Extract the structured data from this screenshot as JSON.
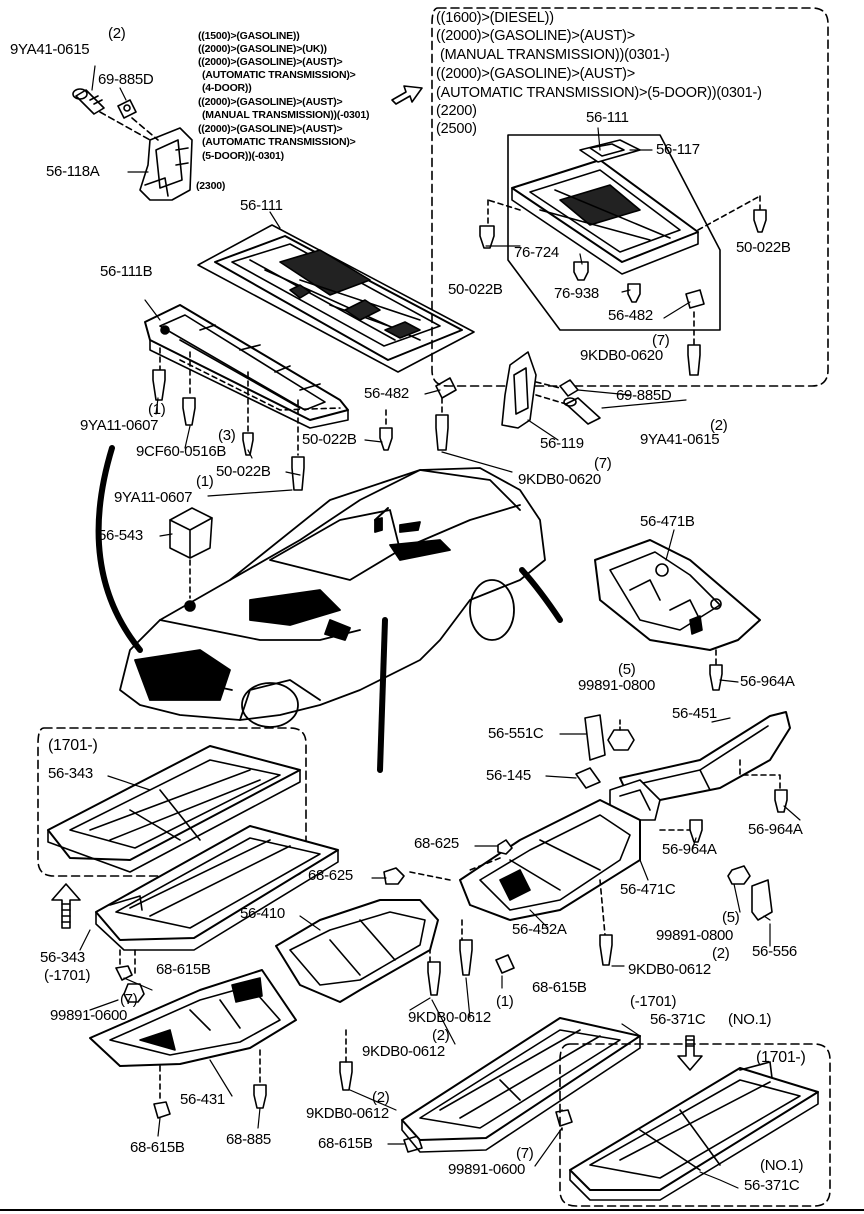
{
  "labels": {
    "p_9ya41_0615_top": "9YA41-0615",
    "q_2_top": "(2)",
    "p_69_885d_top": "69-885D",
    "p_56_118a": "56-118A",
    "p_2300": "(2300)",
    "p_56_111_mid": "56-111",
    "p_56_111b": "56-111B",
    "p_9ya11_0607_a": "9YA11-0607",
    "q_1_a": "(1)",
    "p_9cf60_0516b": "9CF60-0516B",
    "q_3": "(3)",
    "p_50_022b_a": "50-022B",
    "p_50_022b_b": "50-022B",
    "q_1_b": "(1)",
    "p_9ya11_0607_b": "9YA11-0607",
    "p_56_482_mid": "56-482",
    "p_56_543": "56-543",
    "p_56_111_box": "56-111",
    "p_56_117": "56-117",
    "p_50_022b_box_r": "50-022B",
    "p_76_724": "76-724",
    "p_50_022b_box_l": "50-022B",
    "p_76_938": "76-938",
    "p_56_482_box": "56-482",
    "q_7_box": "(7)",
    "p_9kdb0_0620_box": "9KDB0-0620",
    "p_69_885d_mid": "69-885D",
    "q_2_mid": "(2)",
    "p_9ya41_0615_mid": "9YA41-0615",
    "p_56_119": "56-119",
    "q_7_mid": "(7)",
    "p_9kdb0_0620_mid": "9KDB0-0620",
    "p_56_471b": "56-471B",
    "q_5_a": "(5)",
    "p_99891_0800_a": "99891-0800",
    "p_56_964a_a": "56-964A",
    "p_56_451": "56-451",
    "p_56_551c": "56-551C",
    "p_56_145": "56-145",
    "p_56_964a_b": "56-964A",
    "p_56_964a_c": "56-964A",
    "p_56_471c": "56-471C",
    "p_68_625_a": "68-625",
    "p_68_625_b": "68-625",
    "p_56_410": "56-410",
    "p_56_452a": "56-452A",
    "p_99891_0800_b": "99891-0800",
    "q_5_b": "(5)",
    "q_2_r": "(2)",
    "p_56_556": "56-556",
    "p_9kdb0_0612_r": "9KDB0-0612",
    "p_68_615b_r": "68-615B",
    "q_1_c": "(1)",
    "p_9kdb0_0612_a": "9KDB0-0612",
    "q_2_c": "(2)",
    "p_9kdb0_0612_b": "9KDB0-0612",
    "q_2_d": "(2)",
    "p_9kdb0_0612_c": "9KDB0-0612",
    "p_1701_left": "(1701-)",
    "p_56_343_a": "56-343",
    "p_56_343_b": "56-343",
    "p_m1701_a": "(-1701)",
    "p_68_615b_a": "68-615B",
    "q_7_a": "(7)",
    "p_99891_0600_a": "99891-0600",
    "p_56_431": "56-431",
    "p_68_615b_b": "68-615B",
    "p_68_885": "68-885",
    "p_68_615b_c": "68-615B",
    "q_7_c": "(7)",
    "p_99891_0600_c": "99891-0600",
    "p_m1701_b": "(-1701)",
    "p_56_371c_a": "56-371C",
    "p_no1_a": "(NO.1)",
    "p_1701_right": "(1701-)",
    "p_no1_b": "(NO.1)",
    "p_56_371c_b": "56-371C"
  },
  "notes": {
    "left_conditions": [
      "((1500)>(GASOLINE))",
      "((2000)>(GASOLINE)>(UK))",
      "((2000)>(GASOLINE)>(AUST)>",
      "(AUTOMATIC TRANSMISSION)>",
      "(4-DOOR))",
      "((2000)>(GASOLINE)>(AUST)>",
      "(MANUAL TRANSMISSION))(-0301)",
      "((2000)>(GASOLINE)>(AUST)>",
      "(AUTOMATIC TRANSMISSION)>",
      "(5-DOOR))(-0301)"
    ],
    "right_conditions": [
      "((1600)>(DIESEL))",
      "((2000)>(GASOLINE)>(AUST)>",
      "(MANUAL TRANSMISSION))(0301-)",
      "((2000)>(GASOLINE)>(AUST)>",
      "(AUTOMATIC TRANSMISSION)>(5-DOOR))(0301-)",
      "(2200)",
      "(2500)"
    ]
  },
  "icons": [
    "up-arrow-icon",
    "down-arrow-icon",
    "right-arrow-icon"
  ]
}
